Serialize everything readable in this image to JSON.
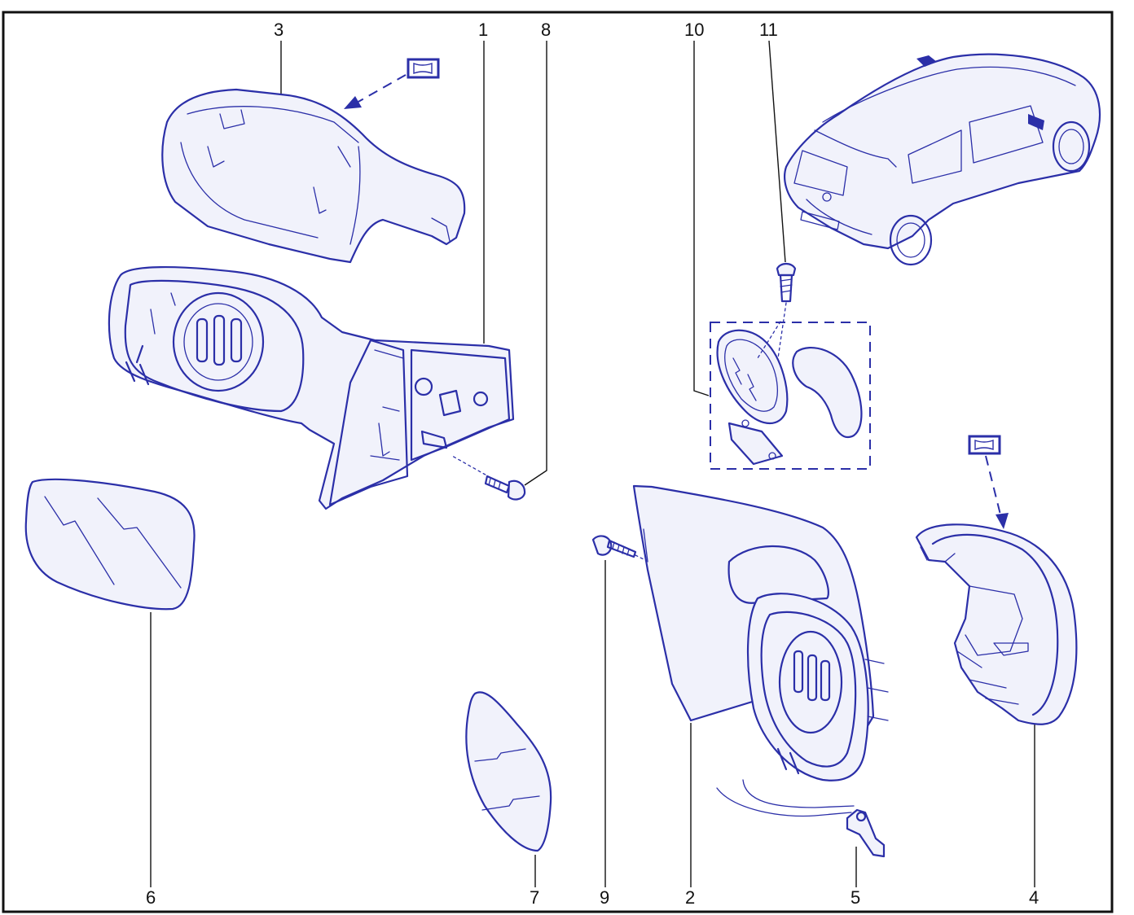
{
  "diagram": {
    "callouts": [
      {
        "id": "3",
        "label": "3"
      },
      {
        "id": "1",
        "label": "1"
      },
      {
        "id": "8",
        "label": "8"
      },
      {
        "id": "10",
        "label": "10"
      },
      {
        "id": "11",
        "label": "11"
      },
      {
        "id": "6",
        "label": "6"
      },
      {
        "id": "7",
        "label": "7"
      },
      {
        "id": "9",
        "label": "9"
      },
      {
        "id": "2",
        "label": "2"
      },
      {
        "id": "5",
        "label": "5"
      },
      {
        "id": "4",
        "label": "4"
      }
    ],
    "colors": {
      "ink": "#2b2fa8",
      "frame": "#111111",
      "background": "#ffffff"
    },
    "icons": [
      "paint-code-marker-icon",
      "vehicle-locator-icon"
    ]
  }
}
